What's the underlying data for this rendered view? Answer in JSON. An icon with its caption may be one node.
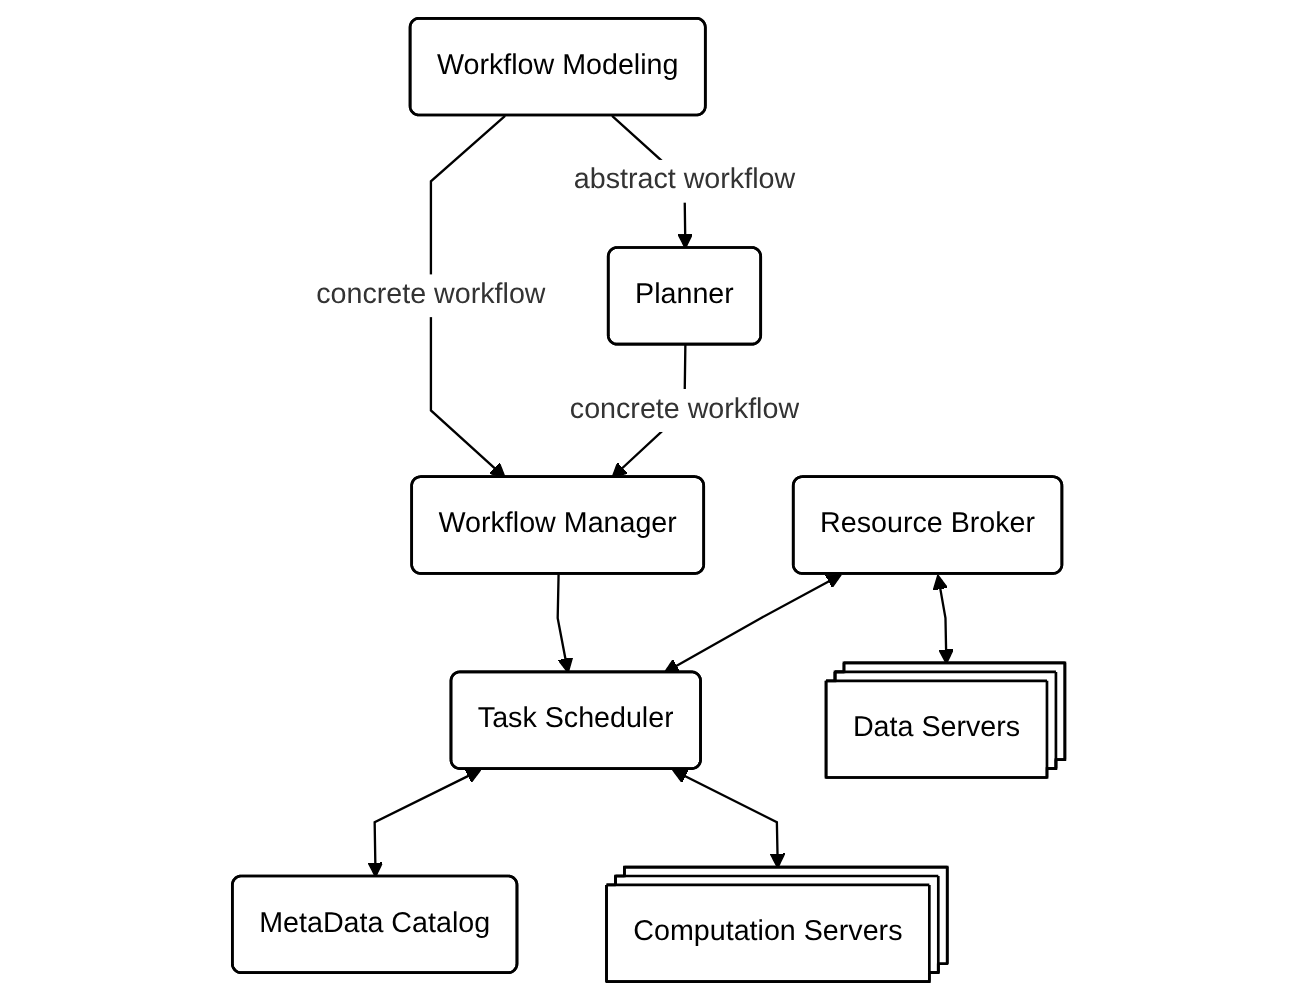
{
  "diagram": {
    "nodes": [
      {
        "text": [
          "Workflow Modeling"
        ]
      },
      {
        "text": [
          "Planner"
        ]
      },
      {
        "text": [
          "Workflow Manager"
        ]
      },
      {
        "text": [
          "Resource Broker"
        ]
      },
      {
        "text": [
          "Task Scheduler"
        ]
      },
      {
        "text": [
          "MetaData Catalog"
        ]
      },
      {
        "text": [
          "Data Servers"
        ]
      },
      {
        "text": [
          "Computation Servers"
        ]
      }
    ],
    "edges": [
      {
        "from": 0,
        "to": 1,
        "arrow": "to",
        "label": "abstract workflow"
      },
      {
        "from": 0,
        "to": 2,
        "arrow": "to",
        "label": "concrete workflow"
      },
      {
        "from": 1,
        "to": 2,
        "arrow": "to",
        "label": "concrete workflow"
      },
      {
        "from": 2,
        "to": 4,
        "arrow": "to"
      },
      {
        "from": 3,
        "to": 4,
        "arrow": "both"
      },
      {
        "from": 4,
        "to": 5,
        "arrow": "both"
      },
      {
        "from": 3,
        "to": 6,
        "arrow": "both"
      },
      {
        "from": 4,
        "to": 7,
        "arrow": "both"
      }
    ]
  }
}
